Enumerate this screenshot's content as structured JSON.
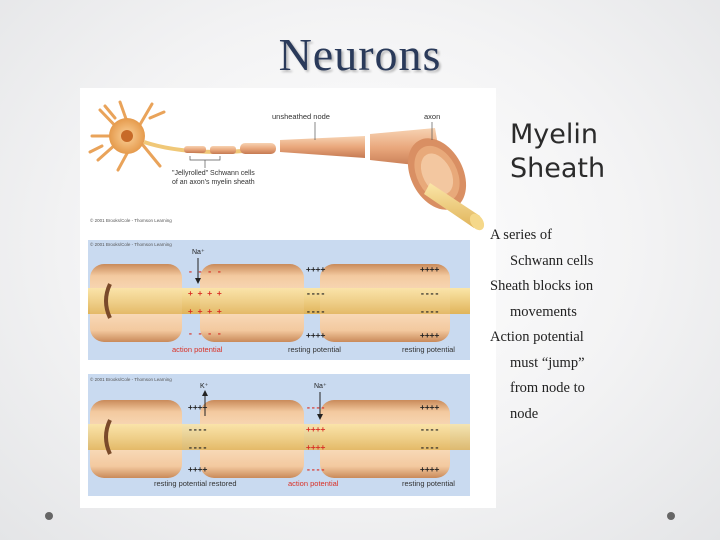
{
  "title": "Neurons",
  "side_title": [
    "Myelin",
    "Sheath"
  ],
  "bullets": [
    {
      "lines": [
        "A series of",
        "Schwann cells"
      ]
    },
    {
      "lines": [
        "Sheath blocks ion",
        "movements"
      ]
    },
    {
      "lines": [
        "Action potential",
        "must “jump”",
        "from node to",
        "node"
      ]
    }
  ],
  "diagram": {
    "top_labels": {
      "unsheathed_node": "unsheathed node",
      "axon": "axon",
      "schwann_line1": "\"Jellyrolled\" Schwann cells",
      "schwann_line2": "of an axon's myelin sheath",
      "copyright": "© 2001 Brooks/Cole - Thomson Learning"
    },
    "panel1": {
      "copyright": "© 2001 Brooks/Cole - Thomson Learning",
      "ion": "Na⁺",
      "labels": [
        "action potential",
        "resting potential",
        "resting potential"
      ]
    },
    "panel2": {
      "copyright": "© 2001 Brooks/Cole - Thomson Learning",
      "ion_k": "K⁺",
      "ion_na": "Na⁺",
      "labels": [
        "resting potential restored",
        "action potential",
        "resting potential"
      ]
    },
    "signs": {
      "plus": "++++",
      "minus": "----",
      "plus_short": "+ + + +",
      "minus_short": "- - - -"
    }
  },
  "colors": {
    "title": "#2a3a5a",
    "action_label": "#d93025",
    "panel_bg": "#c9daf0",
    "sheath": "#e8a97a"
  }
}
